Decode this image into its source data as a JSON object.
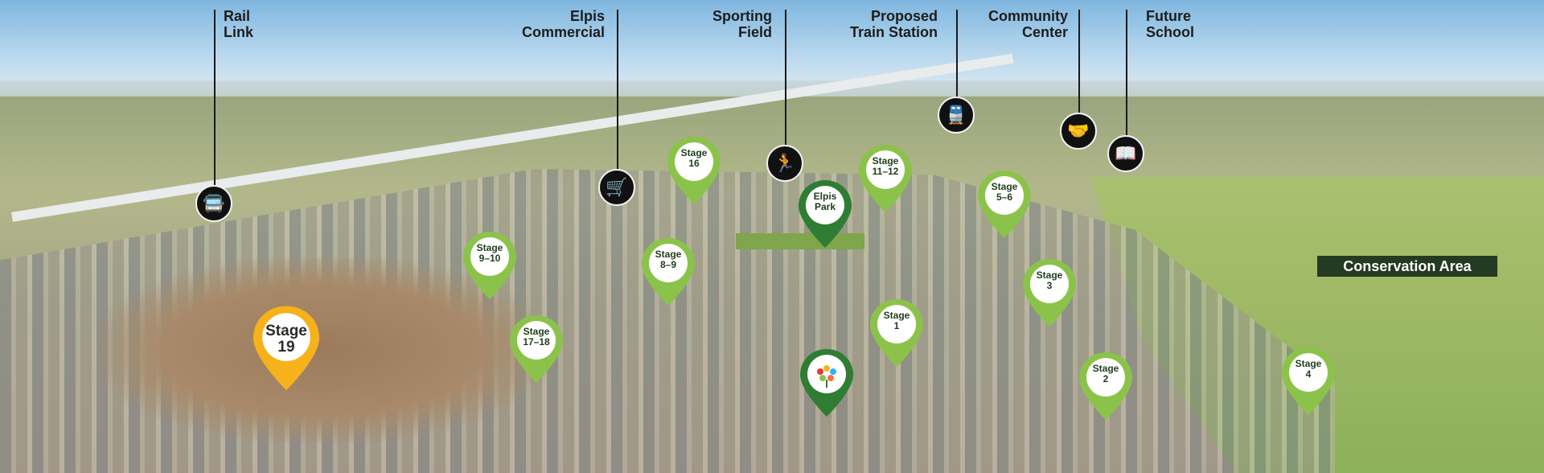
{
  "colors": {
    "pin_light": "#8bc34a",
    "pin_dark": "#2e7d32",
    "pin_stage19": "#f5b21b",
    "label_bg": "#243a22"
  },
  "top_labels": [
    {
      "id": "rail",
      "lines": [
        "Rail",
        "Link"
      ],
      "icon": "bus-icon",
      "glyph": "🚍"
    },
    {
      "id": "elpis",
      "lines": [
        "Elpis",
        "Commercial"
      ],
      "icon": "cart-icon",
      "glyph": "🛒"
    },
    {
      "id": "sporting",
      "lines": [
        "Sporting",
        "Field"
      ],
      "icon": "runner-icon",
      "glyph": "🏃"
    },
    {
      "id": "train",
      "lines": [
        "Proposed",
        "Train Station"
      ],
      "icon": "train-icon",
      "glyph": "🚆"
    },
    {
      "id": "community",
      "lines": [
        "Community",
        "Center"
      ],
      "icon": "handshake-icon",
      "glyph": "🤝"
    },
    {
      "id": "school",
      "lines": [
        "Future",
        "School"
      ],
      "icon": "book-icon",
      "glyph": "📖"
    }
  ],
  "stages": {
    "s16": [
      "Stage",
      "16"
    ],
    "s11": [
      "Stage",
      "11–12"
    ],
    "s5": [
      "Stage",
      "5–6"
    ],
    "s9": [
      "Stage",
      "9–10"
    ],
    "s8": [
      "Stage",
      "8–9"
    ],
    "s3": [
      "Stage",
      "3"
    ],
    "s17": [
      "Stage",
      "17–18"
    ],
    "s1": [
      "Stage",
      "1"
    ],
    "s2": [
      "Stage",
      "2"
    ],
    "s4": [
      "Stage",
      "4"
    ],
    "s19": [
      "Stage",
      "19"
    ]
  },
  "elpis_park": [
    "Elpis",
    "Park"
  ],
  "conservation_area": "Conservation Area"
}
